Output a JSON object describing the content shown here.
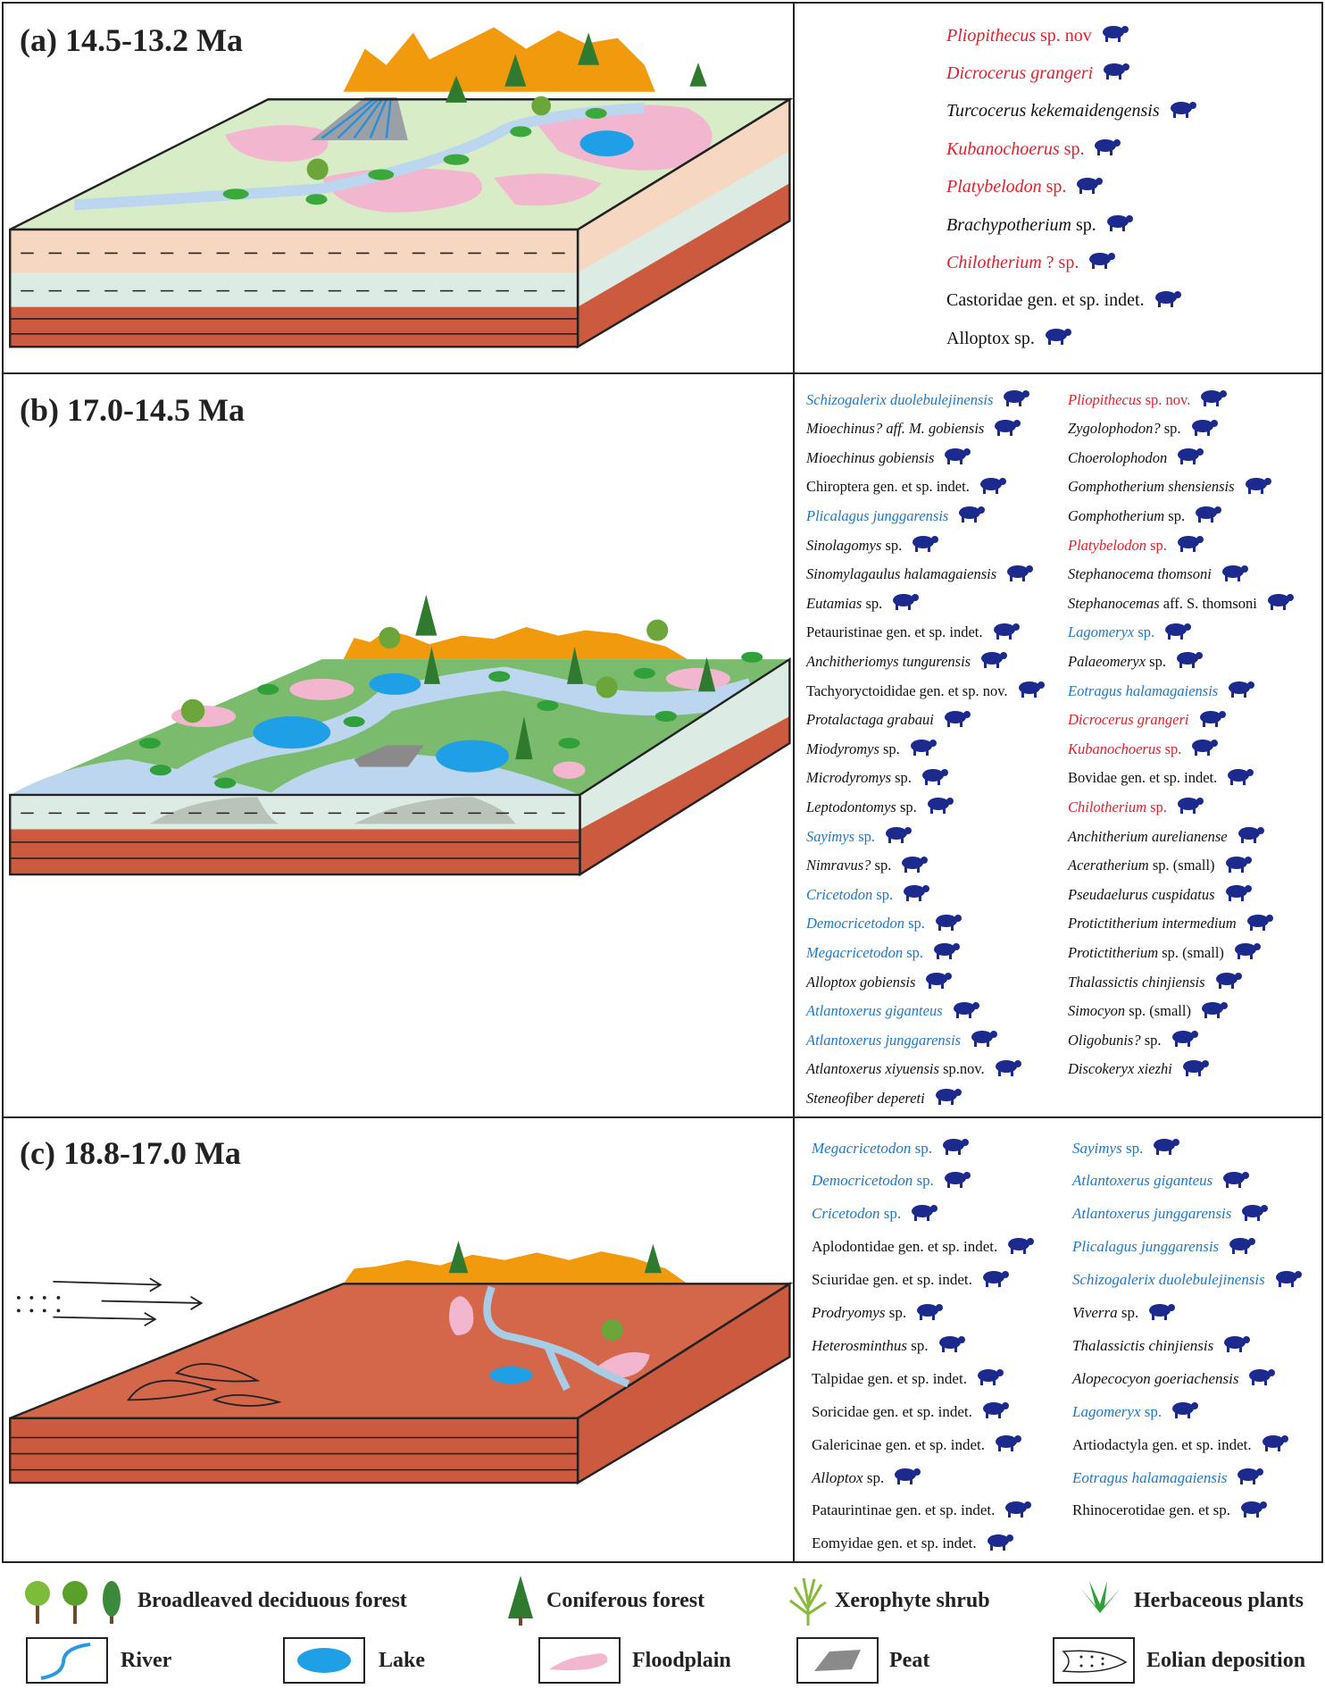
{
  "colors": {
    "red": "#e0202c",
    "blue": "#1c78c6",
    "black": "#111111",
    "icon": "#1b2a8c"
  },
  "panels": {
    "a": {
      "title": "(a) 14.5-13.2 Ma",
      "species": [
        {
          "italic": "Pliopithecus",
          "rest": " sp. nov",
          "color": "red",
          "icon": "primate-icon"
        },
        {
          "italic": "Dicrocerus grangeri",
          "rest": "",
          "color": "red",
          "icon": "deer-icon"
        },
        {
          "italic": "Turcocerus kekemaidengensis",
          "rest": "",
          "color": "black",
          "icon": "antelope-icon"
        },
        {
          "italic": "Kubanochoerus",
          "rest": " sp.",
          "color": "red",
          "icon": "pig-icon"
        },
        {
          "italic": "Platybelodon",
          "rest": " sp.",
          "color": "red",
          "icon": "proboscidean-icon"
        },
        {
          "italic": "Brachypotherium",
          "rest": " sp.",
          "color": "black",
          "icon": "rhino-icon"
        },
        {
          "italic": "Chilotherium",
          "rest": " ? sp.",
          "color": "red",
          "icon": "rhino-icon"
        },
        {
          "italic": "",
          "rest": "Castoridae gen. et sp. indet.",
          "color": "black",
          "icon": "beaver-icon"
        },
        {
          "italic": "",
          "rest": "Alloptox sp.",
          "color": "black",
          "icon": "rabbit-icon"
        }
      ]
    },
    "b": {
      "title": "(b) 17.0-14.5 Ma",
      "left": [
        {
          "italic": "Schizogalerix duolebulejinensis",
          "rest": "",
          "color": "blue",
          "icon": "hedgehog-icon"
        },
        {
          "italic": "Mioechinus? aff. M. gobiensis",
          "rest": "",
          "color": "black",
          "icon": "hedgehog-icon"
        },
        {
          "italic": "Mioechinus gobiensis",
          "rest": "",
          "color": "black",
          "icon": "hedgehog-icon"
        },
        {
          "italic": "",
          "rest": "Chiroptera gen. et sp. indet.",
          "color": "black",
          "icon": "bat-icon"
        },
        {
          "italic": "Plicalagus junggarensis",
          "rest": "",
          "color": "blue",
          "icon": "rabbit-icon"
        },
        {
          "italic": "Sinolagomys",
          "rest": " sp.",
          "color": "black",
          "icon": "rabbit-icon"
        },
        {
          "italic": "Sinomylagaulus halamagaiensis",
          "rest": "",
          "color": "black",
          "icon": "rodent-icon"
        },
        {
          "italic": "Eutamias",
          "rest": " sp.",
          "color": "black",
          "icon": "rodent-icon"
        },
        {
          "italic": "",
          "rest": "Petauristinae gen. et sp. indet.",
          "color": "black",
          "icon": "squirrel-icon"
        },
        {
          "italic": "Anchitheriomys tungurensis",
          "rest": "",
          "color": "black",
          "icon": "rodent-icon"
        },
        {
          "italic": "",
          "rest": "Tachyoryctoididae gen. et sp. nov.",
          "color": "black",
          "icon": "rodent-icon"
        },
        {
          "italic": "Protalactaga grabaui",
          "rest": "",
          "color": "black",
          "icon": "jerboa-icon"
        },
        {
          "italic": "Miodyromys",
          "rest": " sp.",
          "color": "black",
          "icon": "dormouse-icon"
        },
        {
          "italic": "Microdyromys",
          "rest": " sp.",
          "color": "black",
          "icon": "dormouse-icon"
        },
        {
          "italic": "Leptodontomys",
          "rest": " sp.",
          "color": "black",
          "icon": "dormouse-icon"
        },
        {
          "italic": "Sayimys",
          "rest": " sp.",
          "color": "blue",
          "icon": "rodent-icon"
        },
        {
          "italic": "Nimravus?",
          "rest": " sp.",
          "color": "black",
          "icon": "cat-icon"
        },
        {
          "italic": "Cricetodon",
          "rest": " sp.",
          "color": "blue",
          "icon": "rodent-icon"
        },
        {
          "italic": "Democricetodon",
          "rest": " sp.",
          "color": "blue",
          "icon": "rodent-icon"
        },
        {
          "italic": "Megacricetodon",
          "rest": " sp.",
          "color": "blue",
          "icon": "rodent-icon"
        },
        {
          "italic": "Alloptox gobiensis",
          "rest": "",
          "color": "black",
          "icon": "rabbit-icon"
        },
        {
          "italic": "Atlantoxerus giganteus",
          "rest": "",
          "color": "blue",
          "icon": "squirrel-icon"
        },
        {
          "italic": "Atlantoxerus junggarensis",
          "rest": "",
          "color": "blue",
          "icon": "squirrel-icon"
        },
        {
          "italic": "Atlantoxerus xiyuensis",
          "rest": " sp.nov.",
          "color": "black",
          "icon": "squirrel-icon"
        },
        {
          "italic": "Steneofiber depereti",
          "rest": "",
          "color": "black",
          "icon": "beaver-icon"
        }
      ],
      "right": [
        {
          "italic": "Pliopithecus",
          "rest": " sp. nov.",
          "color": "red",
          "icon": "primate-icon"
        },
        {
          "italic": "Zygolophodon?",
          "rest": " sp.",
          "color": "black",
          "icon": "mastodon-icon"
        },
        {
          "italic": "Choerolophodon",
          "rest": "",
          "color": "black",
          "icon": "elephant-icon"
        },
        {
          "italic": "Gomphotherium shensiensis",
          "rest": "",
          "color": "black",
          "icon": "elephant-icon"
        },
        {
          "italic": "Gomphotherium",
          "rest": " sp.",
          "color": "black",
          "icon": "elephant-icon"
        },
        {
          "italic": "Platybelodon",
          "rest": " sp.",
          "color": "red",
          "icon": "proboscidean-icon"
        },
        {
          "italic": "Stephanocema thomsoni",
          "rest": "",
          "color": "black",
          "icon": "deer-icon"
        },
        {
          "italic": "Stephanocemas",
          "rest": " aff. S. thomsoni",
          "color": "black",
          "icon": "deer-icon"
        },
        {
          "italic": "Lagomeryx",
          "rest": " sp.",
          "color": "blue",
          "icon": "deer-icon"
        },
        {
          "italic": "Palaeomeryx",
          "rest": " sp.",
          "color": "black",
          "icon": "deer-icon"
        },
        {
          "italic": "Eotragus halamagaiensis",
          "rest": "",
          "color": "blue",
          "icon": "antelope-icon"
        },
        {
          "italic": "Dicrocerus grangeri",
          "rest": "",
          "color": "red",
          "icon": "deer-icon"
        },
        {
          "italic": "Kubanochoerus",
          "rest": " sp.",
          "color": "red",
          "icon": "pig-icon"
        },
        {
          "italic": "",
          "rest": "Bovidae gen. et sp. indet.",
          "color": "black",
          "icon": "bison-icon"
        },
        {
          "italic": "Chilotherium",
          "rest": " sp.",
          "color": "red",
          "icon": "rhino-icon"
        },
        {
          "italic": "Anchitherium aurelianense",
          "rest": "",
          "color": "black",
          "icon": "horse-icon"
        },
        {
          "italic": "Aceratherium",
          "rest": " sp. (small)",
          "color": "black",
          "icon": "rhino-icon"
        },
        {
          "italic": "Pseudaelurus cuspidatus",
          "rest": "",
          "color": "black",
          "icon": "cat-icon"
        },
        {
          "italic": "Protictitherium intermedium",
          "rest": "",
          "color": "black",
          "icon": "hyena-icon"
        },
        {
          "italic": "Protictitherium",
          "rest": " sp. (small)",
          "color": "black",
          "icon": "hyena-icon"
        },
        {
          "italic": "Thalassictis chinjiensis",
          "rest": "",
          "color": "black",
          "icon": "hyena-icon"
        },
        {
          "italic": "Simocyon",
          "rest": " sp. (small)",
          "color": "black",
          "icon": "carnivore-icon"
        },
        {
          "italic": "Oligobunis?",
          "rest": " sp.",
          "color": "black",
          "icon": "mustelid-icon"
        },
        {
          "italic": "Discokeryx xiezhi",
          "rest": "",
          "color": "black",
          "icon": "giraffoid-icon"
        }
      ]
    },
    "c": {
      "title": "(c) 18.8-17.0 Ma",
      "left": [
        {
          "italic": "Megacricetodon",
          "rest": " sp.",
          "color": "blue",
          "icon": "rodent-icon"
        },
        {
          "italic": "Democricetodon",
          "rest": " sp.",
          "color": "blue",
          "icon": "rodent-icon"
        },
        {
          "italic": "Cricetodon",
          "rest": " sp.",
          "color": "blue",
          "icon": "rodent-icon"
        },
        {
          "italic": "",
          "rest": "Aplodontidae gen. et sp. indet.",
          "color": "black",
          "icon": "hedgehog-icon"
        },
        {
          "italic": "",
          "rest": "Sciuridae gen. et sp. indet.",
          "color": "black",
          "icon": "squirrel-icon"
        },
        {
          "italic": "Prodryomys",
          "rest": " sp.",
          "color": "black",
          "icon": "dormouse-icon"
        },
        {
          "italic": "Heterosminthus",
          "rest": " sp.",
          "color": "black",
          "icon": "rodent-icon"
        },
        {
          "italic": "",
          "rest": "Talpidae gen. et sp. indet.",
          "color": "black",
          "icon": "mole-icon"
        },
        {
          "italic": "",
          "rest": "Soricidae gen. et sp. indet.",
          "color": "black",
          "icon": "shrew-icon"
        },
        {
          "italic": "",
          "rest": "Galericinae gen. et sp. indet.",
          "color": "black",
          "icon": "hedgehog-icon"
        },
        {
          "italic": "Alloptox",
          "rest": " sp.",
          "color": "black",
          "icon": "rabbit-icon"
        },
        {
          "italic": "",
          "rest": "Pataurintinae gen. et sp. indet.",
          "color": "black",
          "icon": "squirrel-icon"
        },
        {
          "italic": "",
          "rest": "Eomyidae gen. et sp. indet.",
          "color": "black",
          "icon": "rodent-icon"
        }
      ],
      "right": [
        {
          "italic": "Sayimys",
          "rest": " sp.",
          "color": "blue",
          "icon": "rodent-icon"
        },
        {
          "italic": "Atlantoxerus giganteus",
          "rest": "",
          "color": "blue",
          "icon": "squirrel-icon"
        },
        {
          "italic": "Atlantoxerus junggarensis",
          "rest": "",
          "color": "blue",
          "icon": "squirrel-icon"
        },
        {
          "italic": "Plicalagus junggarensis",
          "rest": "",
          "color": "blue",
          "icon": "rabbit-icon"
        },
        {
          "italic": "Schizogalerix duolebulejinensis",
          "rest": "",
          "color": "blue",
          "icon": "hedgehog-icon"
        },
        {
          "italic": "Viverra",
          "rest": " sp.",
          "color": "black",
          "icon": "cat-icon"
        },
        {
          "italic": "Thalassictis chinjiensis",
          "rest": "",
          "color": "black",
          "icon": "hyena-icon"
        },
        {
          "italic": "Alopecocyon goeriachensis",
          "rest": "",
          "color": "black",
          "icon": "carnivore-icon"
        },
        {
          "italic": "Lagomeryx",
          "rest": " sp.",
          "color": "blue",
          "icon": "deer-icon"
        },
        {
          "italic": "",
          "rest": "Artiodactyla gen. et sp. indet.",
          "color": "black",
          "icon": "antelope-icon"
        },
        {
          "italic": "Eotragus halamagaiensis",
          "rest": "",
          "color": "blue",
          "icon": "antelope-icon"
        },
        {
          "italic": "",
          "rest": "Rhinocerotidae gen. et sp.",
          "color": "black",
          "icon": "rhino-icon"
        }
      ]
    }
  },
  "legend": {
    "broadleaved": "Broadleaved deciduous forest",
    "coniferous": "Coniferous forest",
    "xerophyte": "Xerophyte shrub",
    "herbaceous": "Herbaceous plants",
    "river": "River",
    "lake": "Lake",
    "floodplain": "Floodplain",
    "peat": "Peat",
    "eolian": "Eolian deposition"
  }
}
